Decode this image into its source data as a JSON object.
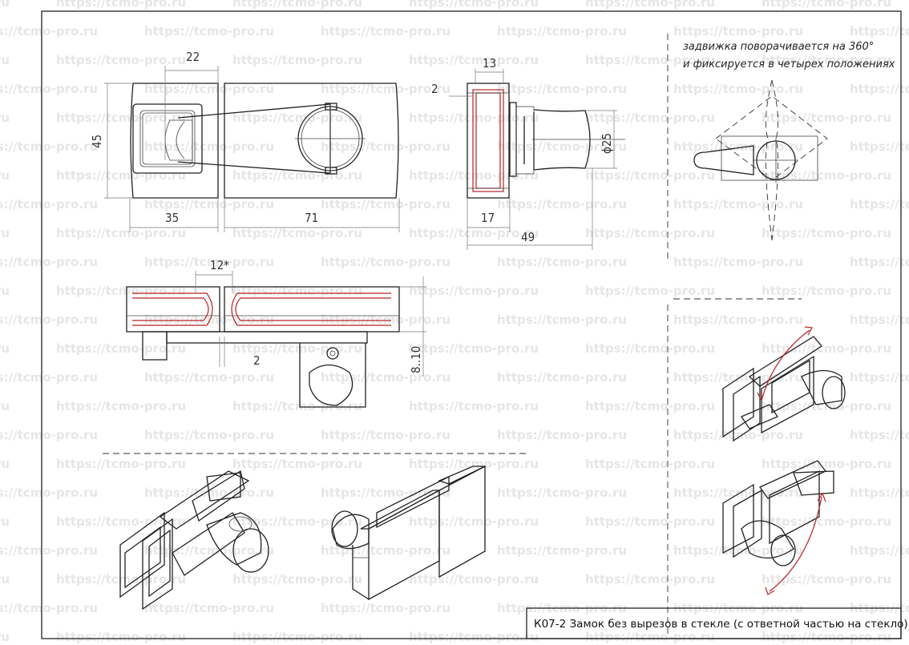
{
  "watermark": "https://tcmo-pro.ru",
  "dimensions": {
    "d22": "22",
    "d45": "45",
    "d35": "35",
    "d71": "71",
    "d13": "13",
    "d2_top": "2",
    "d25": "ϕ25",
    "d17": "17",
    "d49": "49",
    "d12": "12*",
    "d2_bottom": "2",
    "d810": "8..10"
  },
  "note": {
    "line1": "задвижка поворачивается на 360°",
    "line2": "и фиксируется в четырех положениях"
  },
  "title": "К07-2  Замок без вырезов в стекле (с ответной частью на стекло)"
}
